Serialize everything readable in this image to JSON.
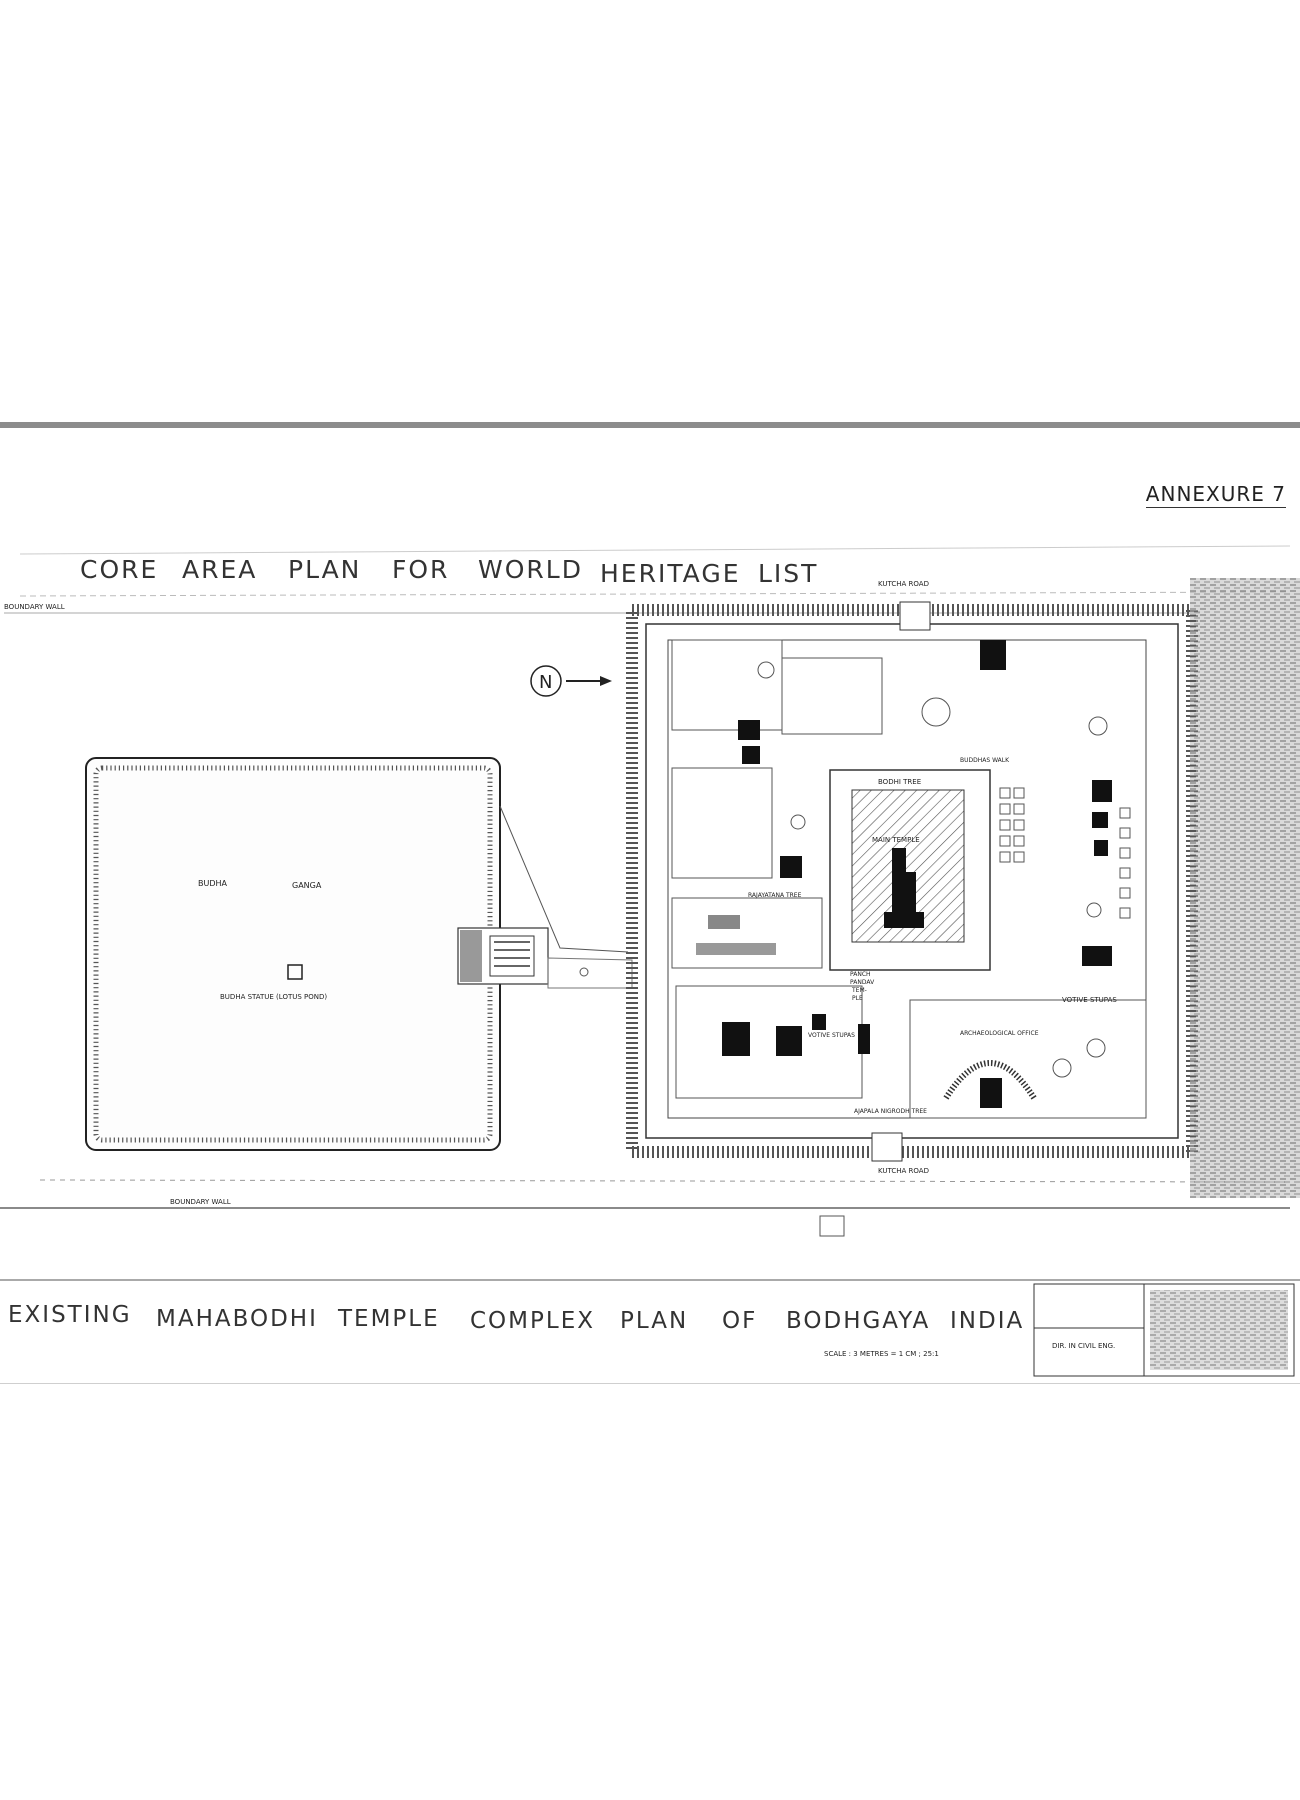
{
  "annexure": "ANNEXURE 7",
  "top_title": [
    "CORE",
    "AREA",
    "PLAN",
    "FOR",
    "WORLD",
    "HERITAGE",
    "LIST"
  ],
  "bottom_title": [
    "EXISTING",
    "MAHABODHI",
    "TEMPLE",
    "COMPLEX",
    "PLAN",
    "OF",
    "BODHGAYA",
    "INDIA"
  ],
  "north_symbol": "N",
  "labels": {
    "boundary_wall_top": "BOUNDARY WALL",
    "boundary_wall_bottom": "BOUNDARY WALL",
    "budha": "BUDHA",
    "ganga": "GANGA",
    "statue": "BUDHA  STATUE  (LOTUS  POND)",
    "kutcha_road_top": "KUTCHA  ROAD",
    "kutcha_road_bottom": "KUTCHA  ROAD",
    "bodhi_tree": "BODHI TREE",
    "main_temple": "MAIN TEMPLE",
    "rajayatana_tree": "RAJAYATANA TREE",
    "buddhas_walk": "BUDDHAS WALK",
    "votive_stupas": "VOTIVE STUPAS",
    "votive_stupas_2": "VOTIVE STUPAS",
    "pandav_temple": [
      "PANCH",
      "PANDAV",
      "TEM-",
      "PLE"
    ],
    "archaeology_office": "ARCHAEOLOGICAL OFFICE",
    "ajapala_tree": "AJAPALA NIGRODH TREE",
    "scale": "SCALE : 3 METRES = 1 CM ; 25:1",
    "title_block_role": "DIR. IN CIVIL ENG."
  }
}
